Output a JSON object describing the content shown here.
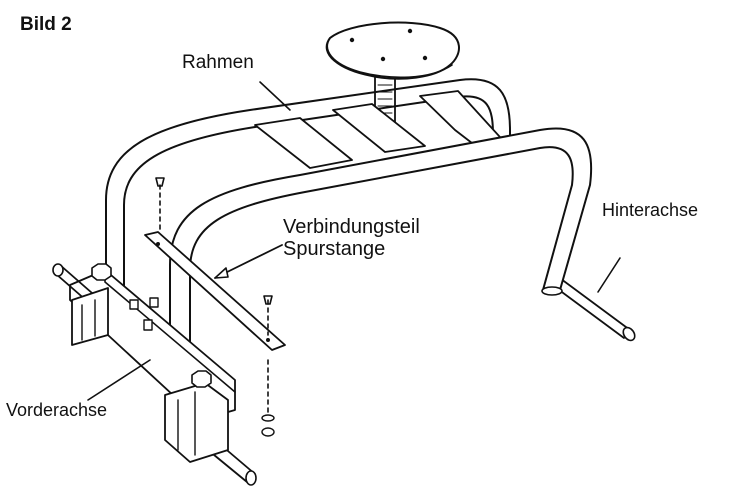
{
  "figure": {
    "title": "Bild 2",
    "labels": {
      "rahmen": "Rahmen",
      "verbindungsteil": "Verbindungsteil",
      "spurstange": "Spurstange",
      "hinterachse": "Hinterachse",
      "vorderachse": "Vorderachse"
    }
  }
}
